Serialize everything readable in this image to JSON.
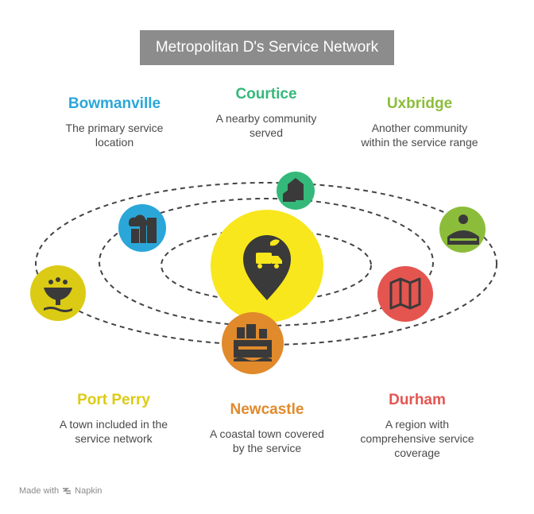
{
  "title": "Metropolitan D's Service Network",
  "locations": {
    "bowmanville": {
      "name": "Bowmanville",
      "desc1": "The primary service",
      "desc2": "location",
      "color": "#2aa7d8"
    },
    "courtice": {
      "name": "Courtice",
      "desc1": "A nearby community",
      "desc2": "served",
      "color": "#35b97a"
    },
    "uxbridge": {
      "name": "Uxbridge",
      "desc1": "Another community",
      "desc2": "within the service range",
      "color": "#8cbd3a"
    },
    "port_perry": {
      "name": "Port Perry",
      "desc1": "A town included in the",
      "desc2": "service network",
      "color": "#dccb14"
    },
    "newcastle": {
      "name": "Newcastle",
      "desc1": "A coastal town covered",
      "desc2": "by the service",
      "color": "#e08a2c"
    },
    "durham": {
      "name": "Durham",
      "desc1": "A region with",
      "desc2": "comprehensive service",
      "desc3": "coverage",
      "color": "#e45550"
    }
  },
  "center": {
    "color": "#f8e71c",
    "icon": "delivery-truck-pin-icon"
  },
  "footer": {
    "made_with": "Made with",
    "brand": "Napkin"
  }
}
